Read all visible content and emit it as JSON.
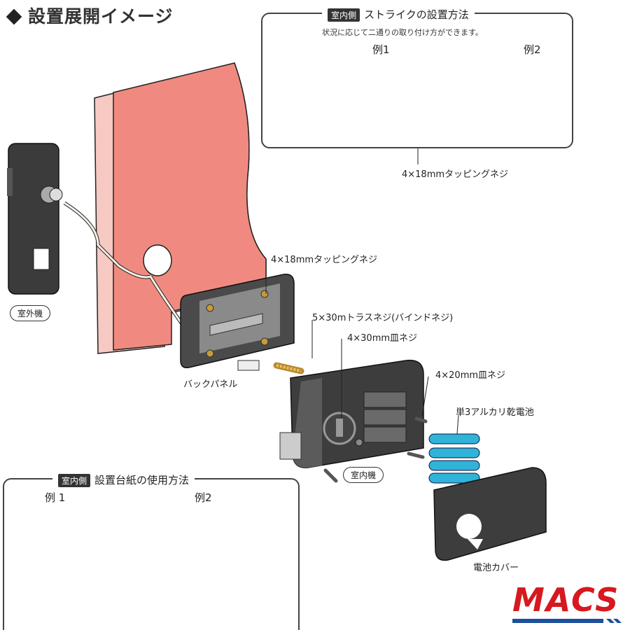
{
  "title": "設置展開イメージ",
  "strike_panel": {
    "tag": "室内側",
    "heading": "ストライクの設置方法",
    "note": "状況に応じて二通りの取り付け方ができます。",
    "example1": "例1",
    "example2": "例2",
    "screw_label": "4×18mmタッピングネジ"
  },
  "main_labels": {
    "screw_tapping": "4×18mmタッピングネジ",
    "screw_truss": "5×30mトラスネジ(バインドネジ)",
    "screw_30": "4×30mm皿ネジ",
    "screw_20": "4×20mm皿ネジ",
    "battery": "単3アルカリ乾電池",
    "back_panel": "バックパネル",
    "outdoor_unit": "室外機",
    "indoor_unit": "室内機",
    "battery_cover": "電池カバー"
  },
  "template_panel": {
    "tag": "室内側",
    "heading": "設置台紙の使用方法",
    "example1": "例 1",
    "example2": "例2"
  },
  "logo": {
    "text": "MACS",
    "color": "#d7181f",
    "stripe_color": "#1d4f9c"
  },
  "colors": {
    "door": "#f08a80",
    "door_edge": "#f6c9c2",
    "unit_dark": "#3b3b3b",
    "battery": "#2fb4d8"
  }
}
